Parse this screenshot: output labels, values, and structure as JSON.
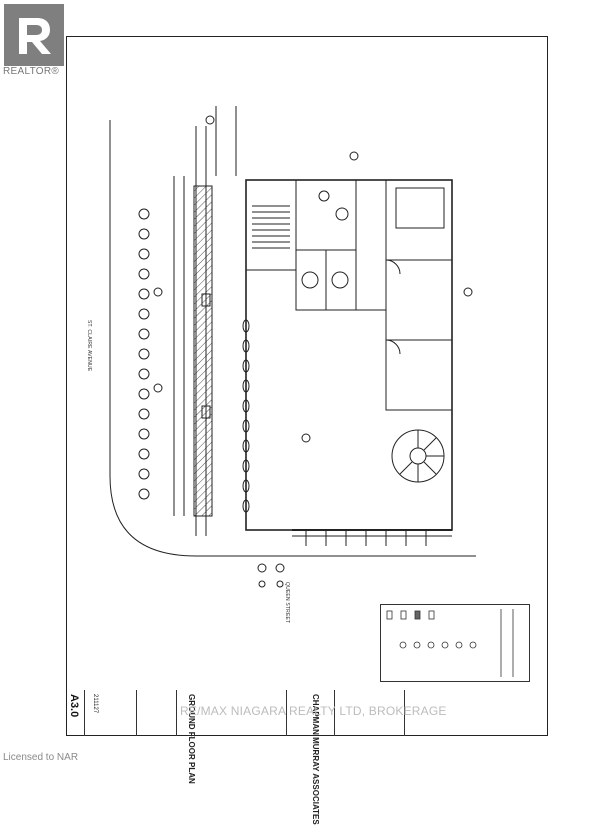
{
  "branding": {
    "logo_icon": "realtor-r-icon",
    "logo_text": "REALTOR®"
  },
  "drawing": {
    "street_left": "ST. CLAIRE AVENUE",
    "street_bottom": "QUEEN STREET",
    "sheet_number": "A3.0",
    "project_number": "211127",
    "firm_name": "CHAPMAN MURRAY ASSOCIATES",
    "drawing_title": "GROUND FLOOR PLAN"
  },
  "watermark": "RE/MAX NIAGARA REALTY LTD, BROKERAGE",
  "license": "Licensed to NAR",
  "colors": {
    "line": "#222222",
    "hatch": "#555555",
    "logo_bg": "#7f7f7f",
    "watermark": "#bcbcbc"
  }
}
